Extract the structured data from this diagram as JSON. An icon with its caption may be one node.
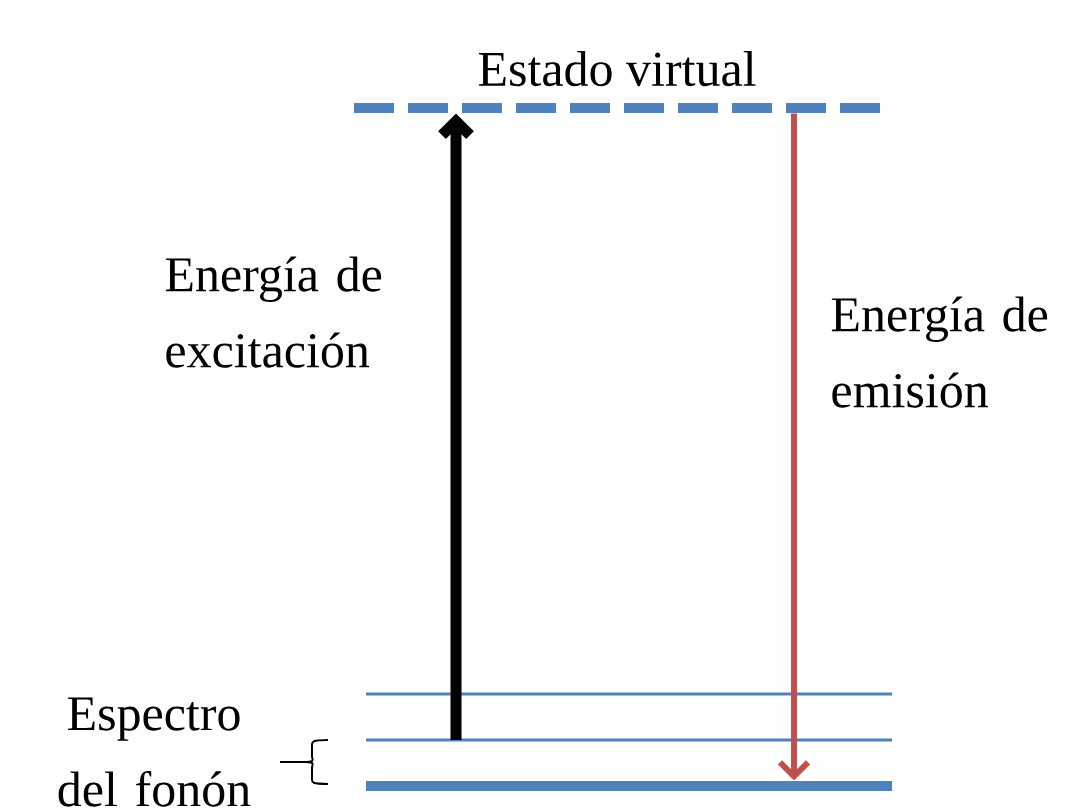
{
  "diagram": {
    "nodes": [
      {
        "text": [
          "Estado virtual"
        ]
      },
      {
        "text": [],
        "shape": "bar"
      },
      {
        "text": [],
        "shape": "bar"
      },
      {
        "text": [],
        "shape": "bar"
      }
    ],
    "edges": [
      {
        "from": 2,
        "to": 0,
        "arrow": "to",
        "label": "Energía de excitación",
        "style": "thick"
      },
      {
        "from": 0,
        "to": 3,
        "arrow": "to",
        "label": "Energía de emisión",
        "color": "#c0504d"
      }
    ],
    "labels": [
      "Espectro del fonón"
    ]
  }
}
